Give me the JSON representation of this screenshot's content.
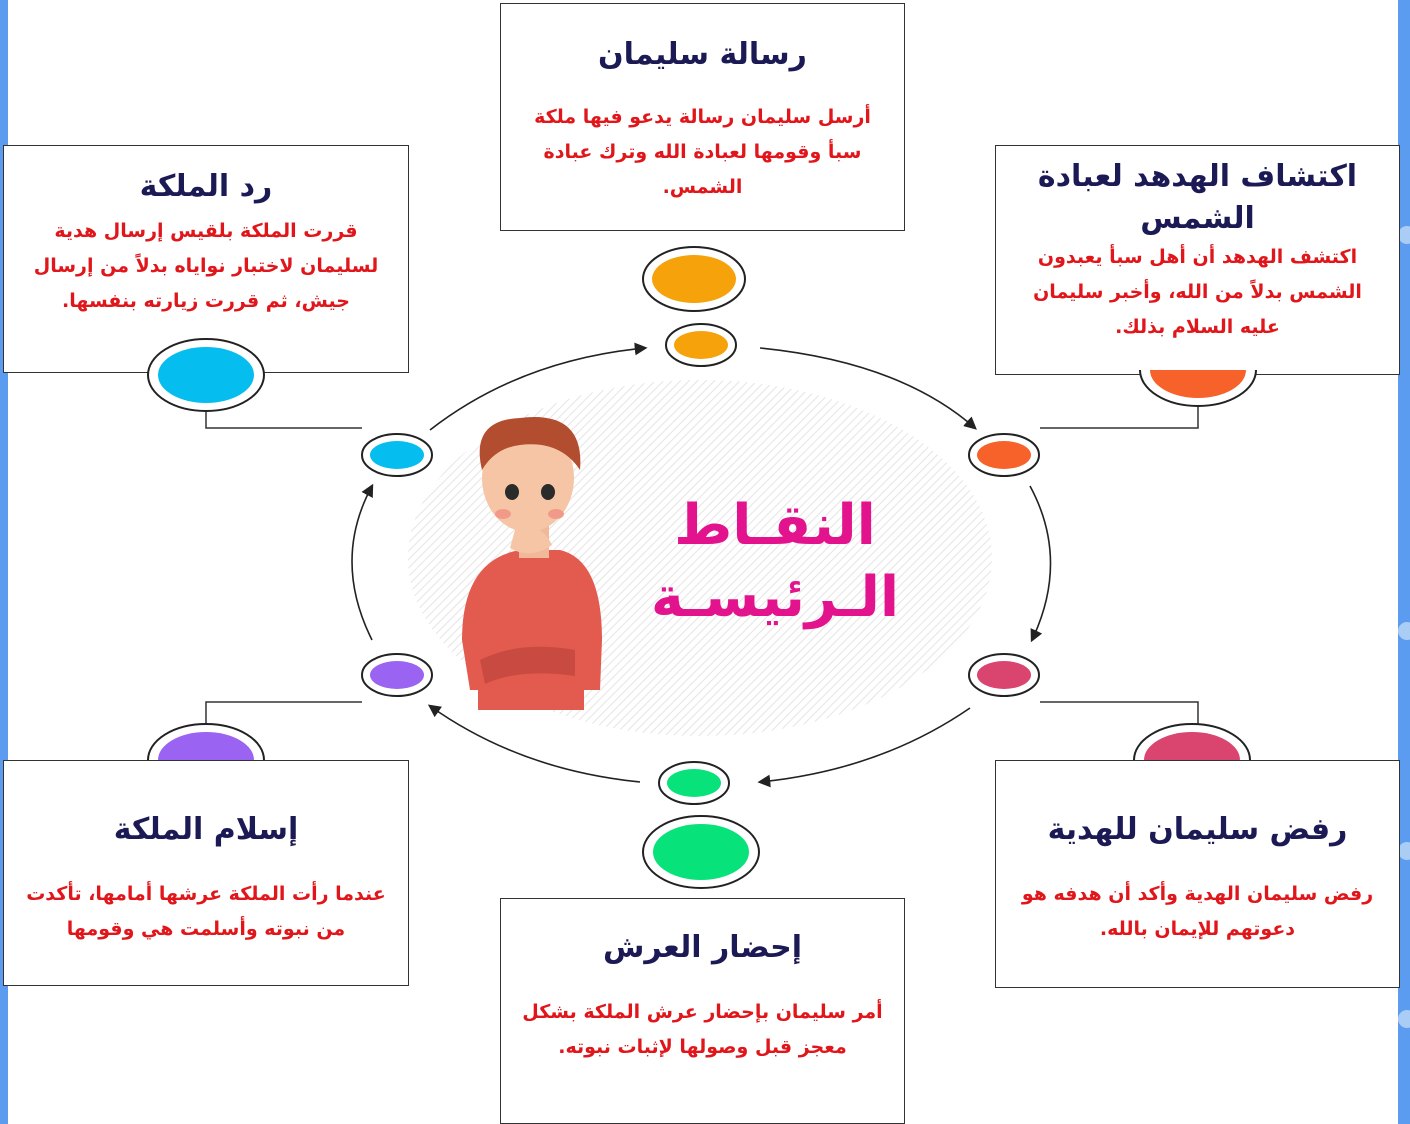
{
  "center": {
    "title_line1": "النقـاط",
    "title_line2": "الـرئيسـة"
  },
  "cards": {
    "message": {
      "title": "رسالة سليمان",
      "text": "أرسل سليمان رسالة يدعو فيها ملكة سبأ وقومها لعبادة الله وترك عبادة الشمس."
    },
    "discovery": {
      "title": "اكتشاف الهدهد لعبادة الشمس",
      "text": "اكتشف الهدهد أن أهل سبأ يعبدون الشمس بدلاً من الله، وأخبر سليمان عليه السلام بذلك."
    },
    "reply": {
      "title": "رد الملكة",
      "text": "قررت الملكة بلقيس إرسال هدية لسليمان لاختبار نواياه بدلاً من إرسال جيش، ثم قررت زيارته بنفسها."
    },
    "rejection": {
      "title": "رفض سليمان للهدية",
      "text": "رفض سليمان الهدية وأكد أن هدفه هو دعوتهم للإيمان بالله."
    },
    "islam": {
      "title": "إسلام الملكة",
      "text": "عندما رأت الملكة عرشها أمامها، تأكدت من نبوته وأسلمت هي وقومها"
    },
    "throne": {
      "title": "إحضار العرش",
      "text": "أمر سليمان بإحضار عرش الملكة بشكل معجز قبل وصولها لإثبات نبوته."
    }
  },
  "colors": {
    "title": "#1c1a55",
    "body_text": "#e0161b",
    "center_title": "#e3128d",
    "orange": "#f6a20a",
    "red_orange": "#f6622a",
    "cyan": "#06bdef",
    "pink": "#d9456f",
    "purple": "#9b63f2",
    "green": "#08e27a",
    "frame": "#5b9bf0"
  }
}
